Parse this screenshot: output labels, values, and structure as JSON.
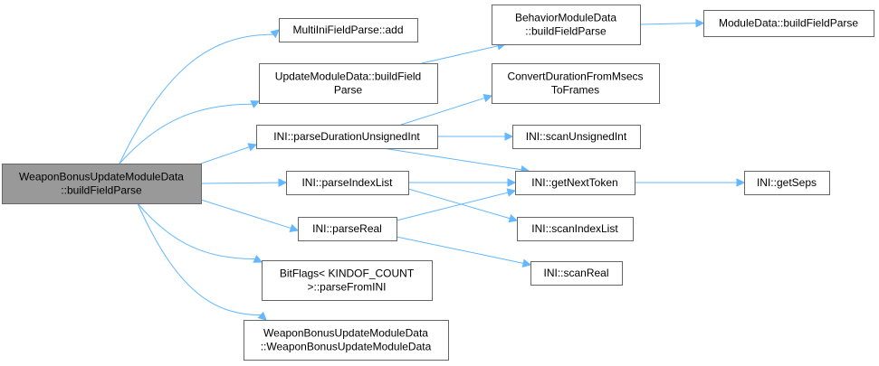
{
  "diagram": {
    "nodes": [
      {
        "id": "root",
        "lines": [
          "WeaponBonusUpdateModuleData",
          "::buildFieldParse"
        ],
        "root": true
      },
      {
        "id": "multiini",
        "lines": [
          "MultiIniFieldParse::add"
        ]
      },
      {
        "id": "updatemd",
        "lines": [
          "UpdateModuleData::buildField",
          "Parse"
        ]
      },
      {
        "id": "parsedur",
        "lines": [
          "INI::parseDurationUnsignedInt"
        ]
      },
      {
        "id": "parseidx",
        "lines": [
          "INI::parseIndexList"
        ]
      },
      {
        "id": "parsereal",
        "lines": [
          "INI::parseReal"
        ]
      },
      {
        "id": "bitflags",
        "lines": [
          "BitFlags< KINDOF_COUNT",
          ">::parseFromINI"
        ]
      },
      {
        "id": "wbctor",
        "lines": [
          "WeaponBonusUpdateModuleData",
          "::WeaponBonusUpdateModuleData"
        ]
      },
      {
        "id": "behavior",
        "lines": [
          "BehaviorModuleData",
          "::buildFieldParse"
        ]
      },
      {
        "id": "convdur",
        "lines": [
          "ConvertDurationFromMsecs",
          "ToFrames"
        ]
      },
      {
        "id": "scanuint",
        "lines": [
          "INI::scanUnsignedInt"
        ]
      },
      {
        "id": "getnext",
        "lines": [
          "INI::getNextToken"
        ]
      },
      {
        "id": "scanidx",
        "lines": [
          "INI::scanIndexList"
        ]
      },
      {
        "id": "scanreal",
        "lines": [
          "INI::scanReal"
        ]
      },
      {
        "id": "moduledata",
        "lines": [
          "ModuleData::buildFieldParse"
        ]
      },
      {
        "id": "getseps",
        "lines": [
          "INI::getSeps"
        ]
      }
    ],
    "edges": [
      {
        "from": "root",
        "to": "multiini"
      },
      {
        "from": "root",
        "to": "updatemd"
      },
      {
        "from": "root",
        "to": "parsedur"
      },
      {
        "from": "root",
        "to": "parseidx"
      },
      {
        "from": "root",
        "to": "parsereal"
      },
      {
        "from": "root",
        "to": "bitflags"
      },
      {
        "from": "root",
        "to": "wbctor"
      },
      {
        "from": "updatemd",
        "to": "behavior"
      },
      {
        "from": "behavior",
        "to": "moduledata"
      },
      {
        "from": "parsedur",
        "to": "convdur"
      },
      {
        "from": "parsedur",
        "to": "scanuint"
      },
      {
        "from": "parsedur",
        "to": "getnext"
      },
      {
        "from": "parseidx",
        "to": "getnext"
      },
      {
        "from": "parseidx",
        "to": "scanidx"
      },
      {
        "from": "parsereal",
        "to": "getnext"
      },
      {
        "from": "parsereal",
        "to": "scanreal"
      },
      {
        "from": "getnext",
        "to": "getseps"
      }
    ],
    "colors": {
      "edge": "#63b8ff",
      "node_border": "#666666",
      "root_fill": "#999999",
      "node_fill": "#ffffff"
    }
  }
}
